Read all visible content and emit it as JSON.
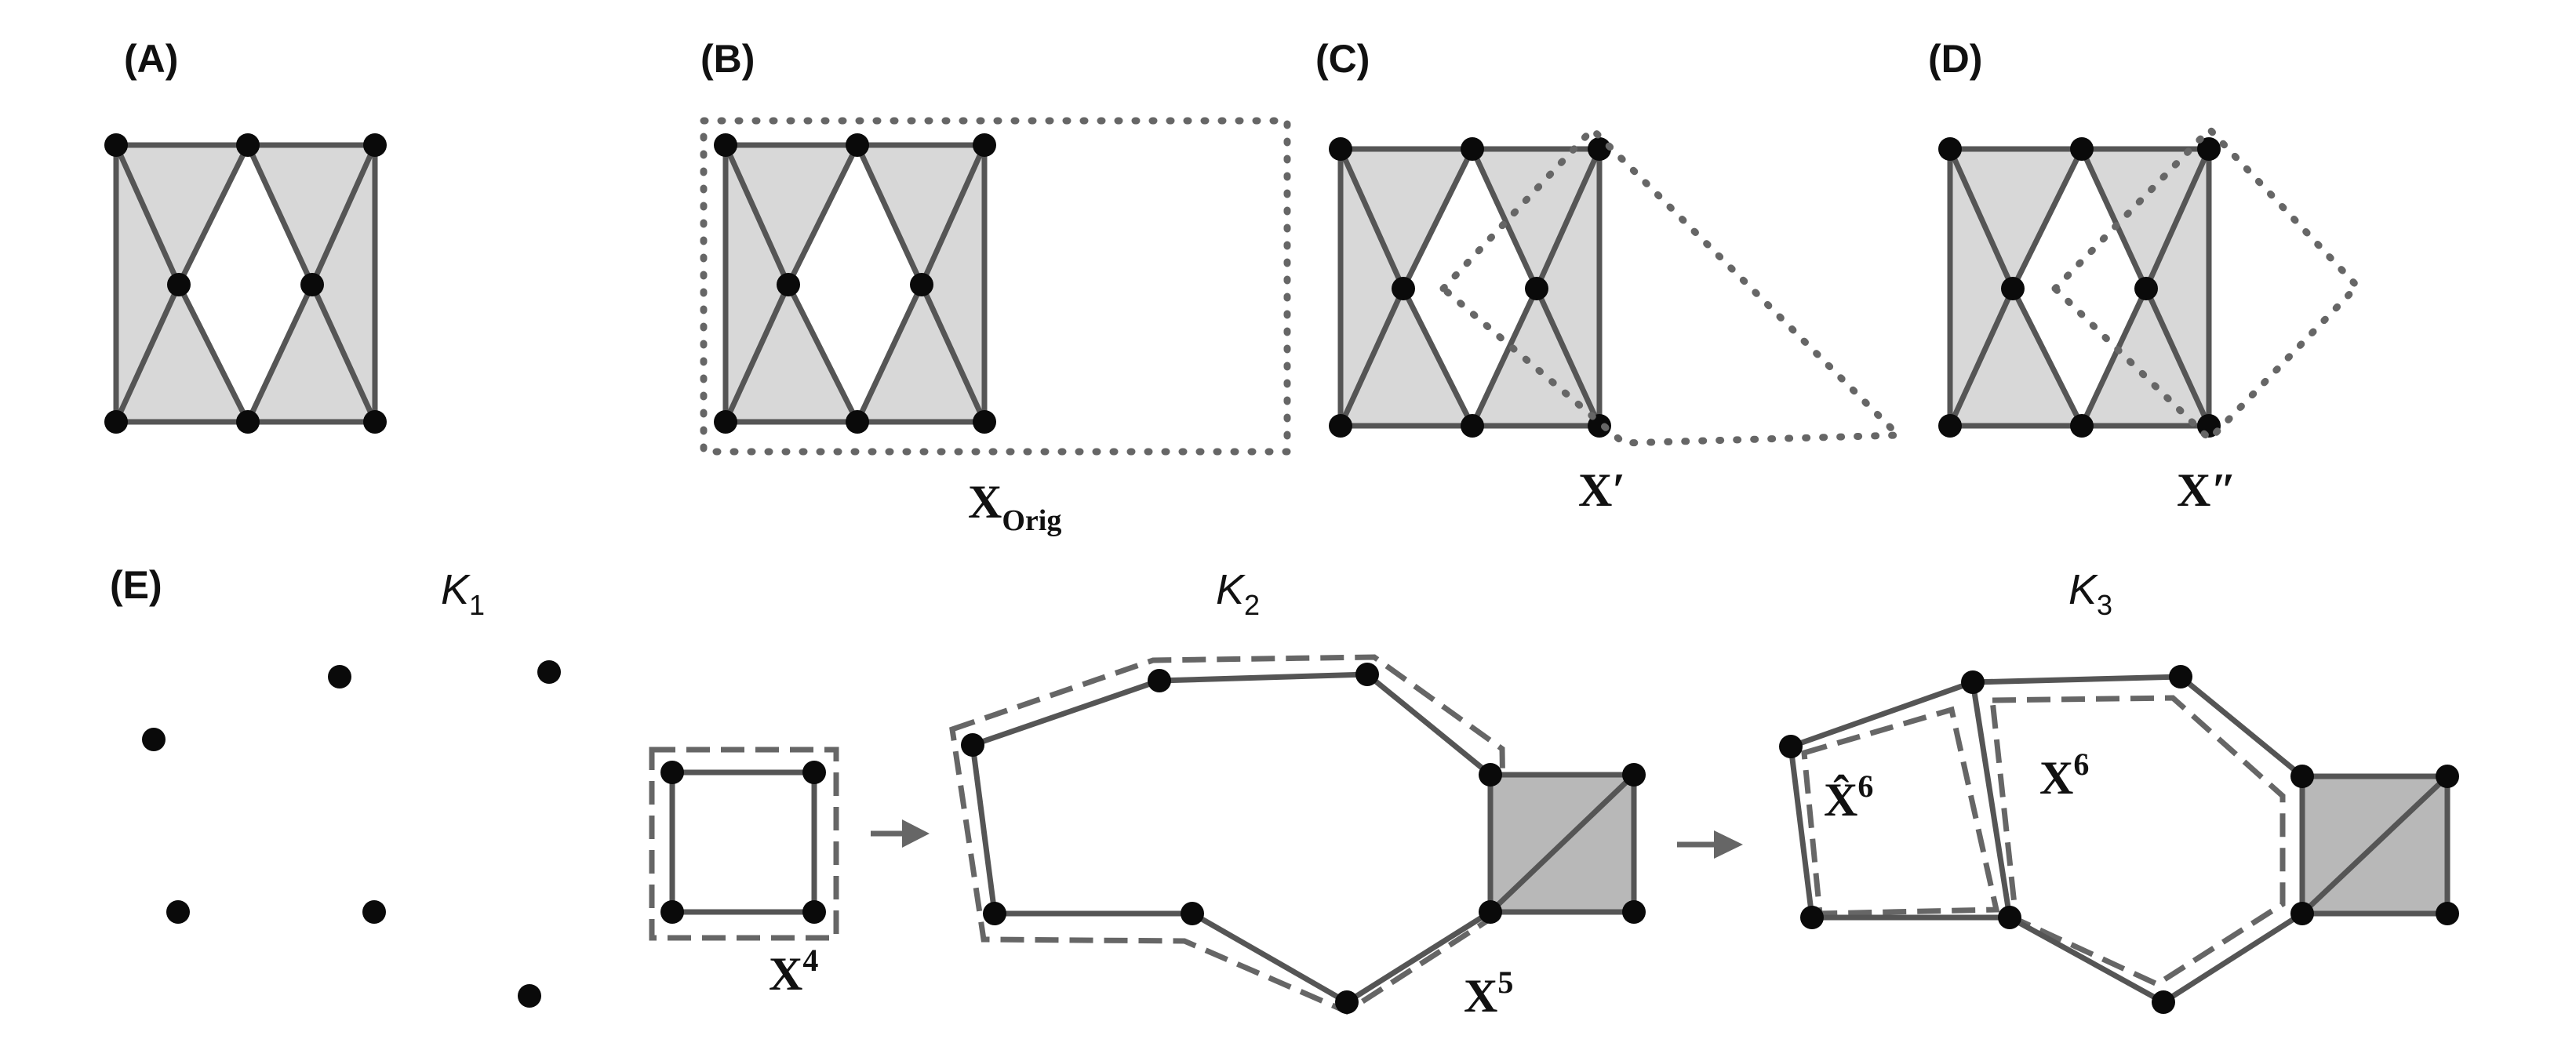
{
  "panels": {
    "a": "(A)",
    "b": "(B)",
    "c": "(C)",
    "d": "(D)",
    "e": "(E)"
  },
  "complexes": {
    "k1": {
      "base": "K",
      "sub": "1"
    },
    "k2": {
      "base": "K",
      "sub": "2"
    },
    "k3": {
      "base": "K",
      "sub": "3"
    }
  },
  "cycles": {
    "orig": {
      "base": "X",
      "sub": "Orig"
    },
    "prime": {
      "base": "X′"
    },
    "double_prime": {
      "base": "X″"
    },
    "x4": {
      "base": "X",
      "sup": "4"
    },
    "x5": {
      "base": "X",
      "sup": "5"
    },
    "x6": {
      "base": "X",
      "sup": "6"
    },
    "x6_hat": {
      "base": "X̂",
      "sup": "6"
    }
  },
  "colors": {
    "face_fill": "#d8d8d8",
    "dark_face_fill": "#b8b8b8",
    "edge": "#555555",
    "vertex": "#0a0a0a",
    "cycle_outline": "#666666"
  }
}
